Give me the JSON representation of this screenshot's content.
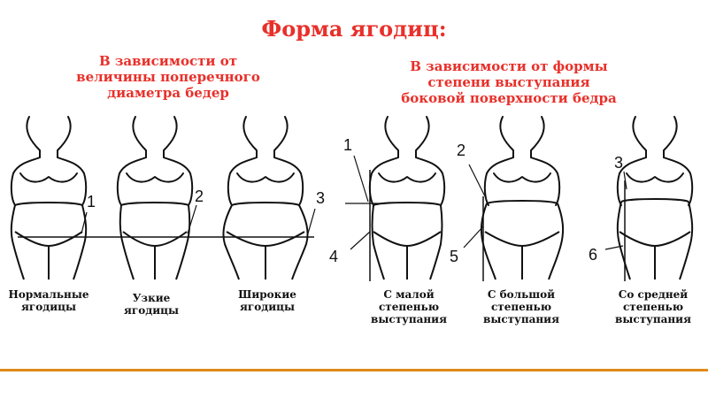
{
  "title": "Форма ягодиц:",
  "groups": [
    {
      "heading": [
        "В зависимости от",
        "величины поперечного",
        "диаметра бедер"
      ]
    },
    {
      "heading": [
        "В зависимости от формы",
        "степени выступания",
        "боковой поверхности бедра"
      ]
    }
  ],
  "figures": [
    {
      "caption": [
        "Нормальные",
        "ягодицы"
      ]
    },
    {
      "caption": [
        "Узкие",
        "ягодицы"
      ]
    },
    {
      "caption": [
        "Широкие",
        "ягодицы"
      ]
    },
    {
      "caption": [
        "С малой",
        "степенью",
        "выступания"
      ]
    },
    {
      "caption": [
        "С большой",
        "степенью",
        "выступания"
      ]
    },
    {
      "caption": [
        "Со средней",
        "степенью",
        "выступания"
      ]
    }
  ],
  "markers": [
    "1",
    "2",
    "3",
    "1",
    "2",
    "3",
    "4",
    "5",
    "6"
  ],
  "colors": {
    "title": "#e8302a",
    "accent_bar": "#e08a18",
    "text": "#111111"
  }
}
